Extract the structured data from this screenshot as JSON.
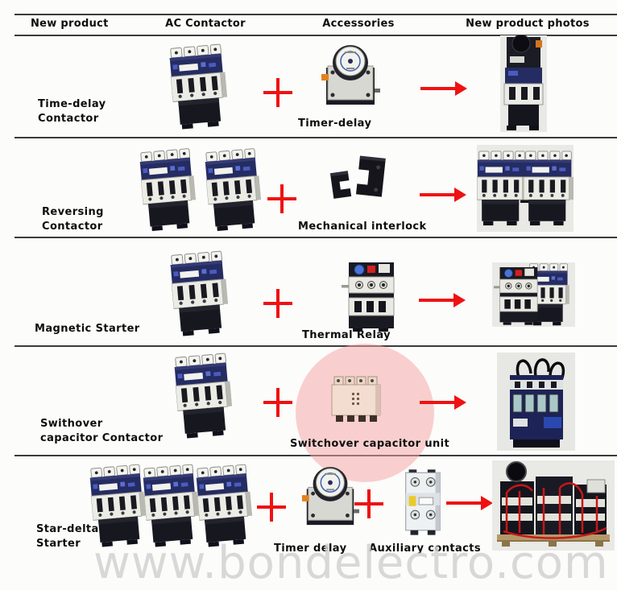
{
  "header": {
    "columns": [
      "New product",
      "AC Contactor",
      "Accessories",
      "New product photos"
    ]
  },
  "rows": [
    {
      "name1": "Time-delay",
      "name2": "Contactor",
      "accessory_label": "Timer-delay"
    },
    {
      "name1": "Reversing",
      "name2": "Contactor",
      "accessory_label": "Mechanical interlock"
    },
    {
      "name1": "Magnetic Starter",
      "name2": "",
      "accessory_label": "Thermal Relay"
    },
    {
      "name1": "Swithover",
      "name2": "capacitor Contactor",
      "accessory_label": "Switchover capacitor unit"
    },
    {
      "name1": "Star-delta",
      "name2": "Starter",
      "accessory_label": "Timer delay",
      "accessory2_label": "Auxiliary contacts"
    }
  ],
  "watermark": {
    "text": "www.bondelectro.com"
  },
  "colors": {
    "accent-red": "#ee1212",
    "highlight-pink": "rgba(243,164,164,0.52)",
    "divider": "#3b3b3b",
    "text": "#0d0d0d"
  }
}
